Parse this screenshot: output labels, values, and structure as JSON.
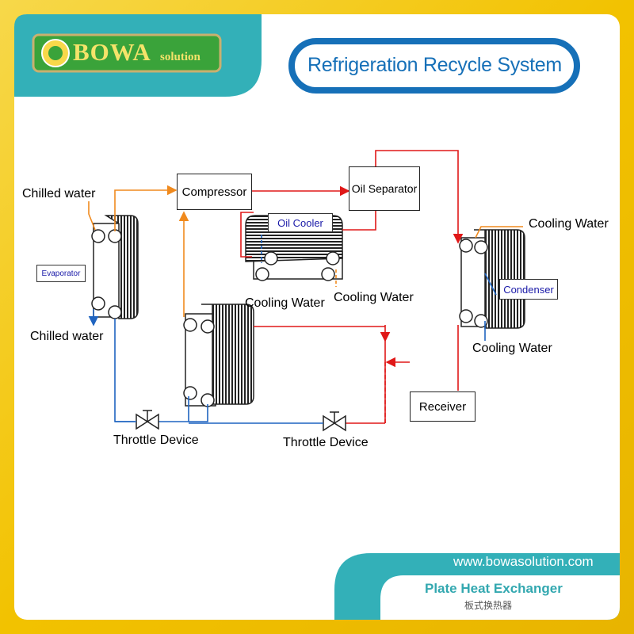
{
  "brand": {
    "logo_text": "BOWA",
    "logo_subtext": "solution",
    "website": "www.bowasolution.com",
    "product_name": "Plate Heat Exchanger",
    "product_name_cn": "板式换热器"
  },
  "diagram": {
    "title": "Refrigeration Recycle System",
    "components": {
      "compressor": "Compressor",
      "oil_separator": "Oil Separator",
      "oil_cooler": "Oil Cooler",
      "evaporator": "Evaporator",
      "condenser": "Condenser",
      "receiver": "Receiver"
    },
    "labels": {
      "chilled_water_in": "Chilled water",
      "chilled_water_out": "Chilled water",
      "cooling_water_oil_left": "Cooling Water",
      "cooling_water_oil_right": "Cooling Water",
      "cooling_water_cond_top": "Cooling Water",
      "cooling_water_cond_bottom": "Cooling Water",
      "throttle_1": "Throttle Device",
      "throttle_2": "Throttle Device"
    }
  },
  "colors": {
    "frame_yellow": "#f2c200",
    "teal": "#33b0b8",
    "ring_blue": "#1670b8",
    "pipe_red": "#e01818",
    "pipe_orange": "#f08a1e",
    "pipe_blue": "#1f64c0",
    "logo_green": "#3aa33a"
  }
}
